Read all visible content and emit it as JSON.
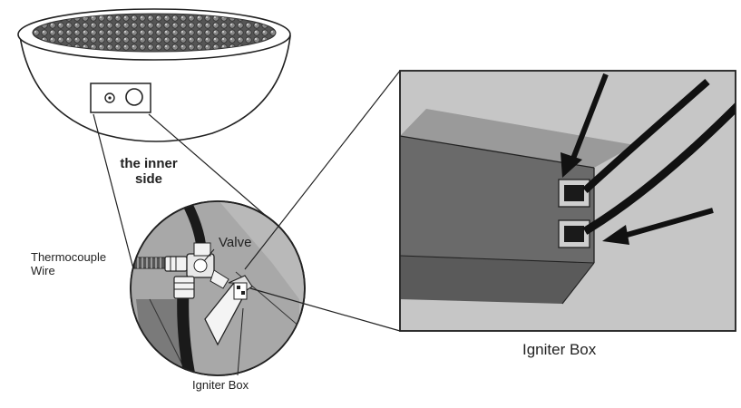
{
  "labels": {
    "inner_side": "the inner side",
    "thermocouple_wire": "Thermocouple Wire",
    "valve": "Valve",
    "igniter_box_small": "Igniter Box",
    "igniter_box_large": "Igniter Box"
  },
  "colors": {
    "outline": "#222222",
    "wall_gray": "#c8c8c8",
    "box_dark": "#666666",
    "box_side": "#555555",
    "circle_bg": "#bdbdbd",
    "hose": "#1a1a1a"
  }
}
